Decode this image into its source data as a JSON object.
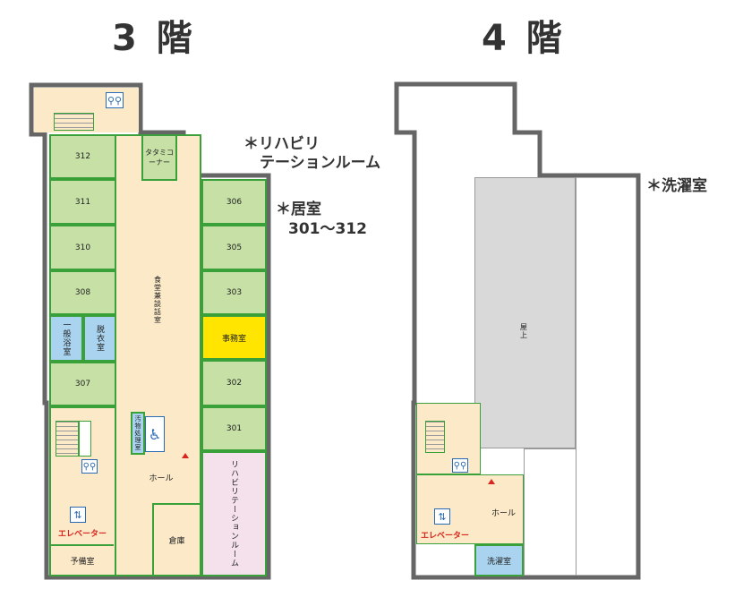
{
  "floors": [
    {
      "title": "3 階",
      "rooms": {
        "r312": "312",
        "r311": "311",
        "r310": "310",
        "r308": "308",
        "r307": "307",
        "r306": "306",
        "r305": "305",
        "r303": "303",
        "r302": "302",
        "r301": "301",
        "office": "事務室",
        "bath": "一般浴室",
        "dressing": "脱衣室",
        "tatami": "タタミコーナー",
        "dining": "食堂兼談話室",
        "laundry": "汚物処理室",
        "hall": "ホール",
        "storage": "倉庫",
        "rehab": "リハビリテーションルーム",
        "spare": "予備室",
        "elevator": "エレベーター"
      }
    },
    {
      "title": "4 階",
      "rooms": {
        "roof": "屋上",
        "hall": "ホール",
        "elevator": "エレベーター",
        "laundry": "洗濯室"
      }
    }
  ],
  "notes": {
    "rehab_line1": "＊リハビリ",
    "rehab_line2": "テーションルーム",
    "rooms_line1": "＊居室",
    "rooms_line2": "301〜312",
    "laundry": "＊洗濯室"
  },
  "icons": {
    "restroom": "restroom-icon",
    "wheelchair": "wheelchair-icon",
    "elevator": "elevator-icon",
    "stairs": "stairs-icon",
    "arrow": "triangle-marker-icon"
  }
}
